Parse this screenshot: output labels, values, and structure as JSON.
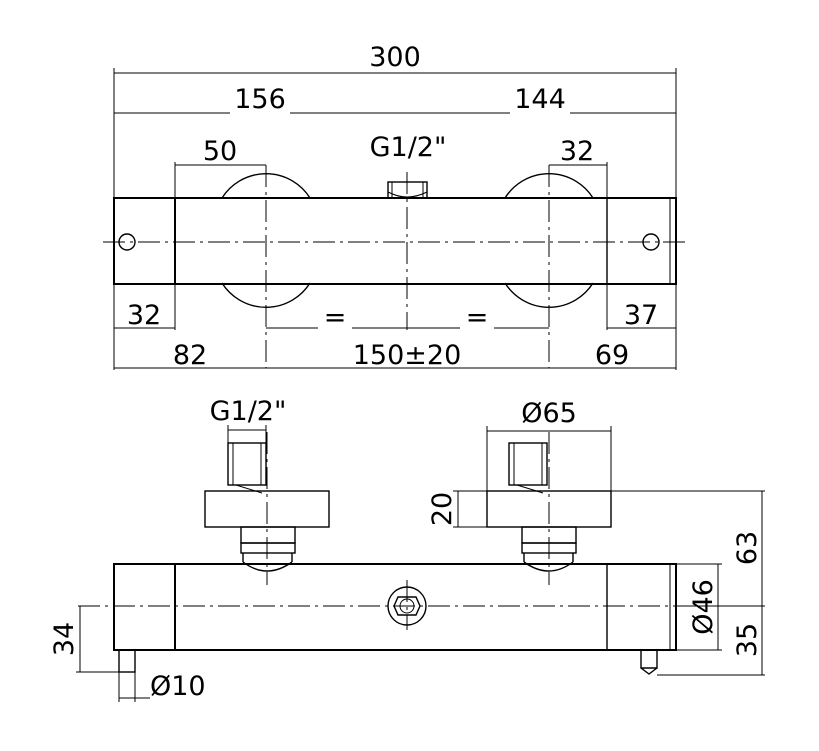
{
  "top_view": {
    "overall_width": "300",
    "left_span": "156",
    "right_span": "144",
    "left_knob_dim": "50",
    "right_knob_dim": "32",
    "top_thread": "G1/2\"",
    "left_end": "32",
    "right_end": "37",
    "equal_left": "=",
    "equal_right": "=",
    "left_offset": "82",
    "center_distance": "150±20",
    "right_offset": "69"
  },
  "front_view": {
    "left_thread": "G1/2\"",
    "eccentric_diameter": "Ø65",
    "flange_height": "20",
    "total_height": "63",
    "body_diameter": "Ø46",
    "axis_height": "35",
    "outlet_height": "34",
    "outlet_diameter": "Ø10"
  }
}
